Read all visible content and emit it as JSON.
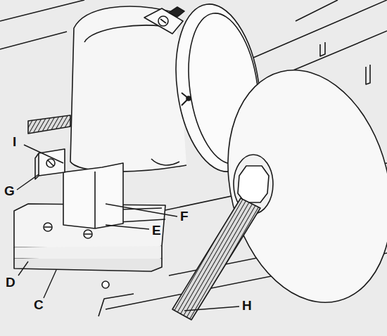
{
  "diagram": {
    "labels": [
      "I",
      "G",
      "F",
      "E",
      "D",
      "C",
      "H"
    ]
  }
}
